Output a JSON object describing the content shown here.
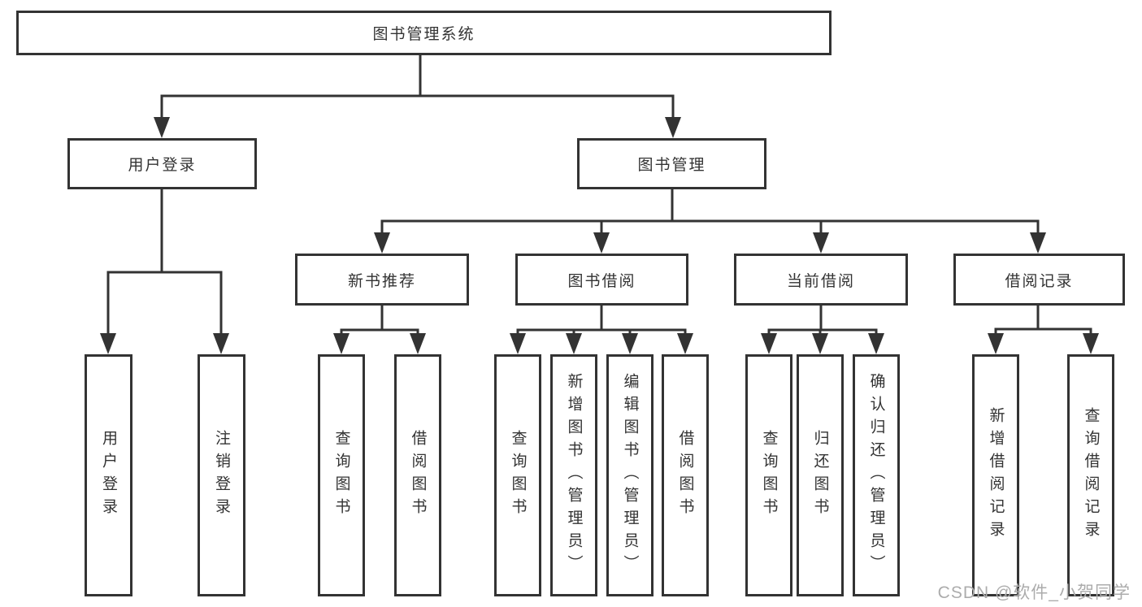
{
  "diagram": {
    "title": "图书管理系统",
    "root": {
      "label": "图书管理系统"
    },
    "level2": [
      {
        "label": "用户登录"
      },
      {
        "label": "图书管理"
      }
    ],
    "level3": [
      {
        "label": "新书推荐",
        "parent": "图书管理"
      },
      {
        "label": "图书借阅",
        "parent": "图书管理"
      },
      {
        "label": "当前借阅",
        "parent": "图书管理"
      },
      {
        "label": "借阅记录",
        "parent": "图书管理"
      }
    ],
    "leaves": [
      {
        "label": "用户登录",
        "parent": "用户登录"
      },
      {
        "label": "注销登录",
        "parent": "用户登录"
      },
      {
        "label": "查询图书",
        "parent": "新书推荐"
      },
      {
        "label": "借阅图书",
        "parent": "新书推荐"
      },
      {
        "label": "查询图书",
        "parent": "图书借阅"
      },
      {
        "label": "新增图书（管理员）",
        "parent": "图书借阅"
      },
      {
        "label": "编辑图书（管理员）",
        "parent": "图书借阅"
      },
      {
        "label": "借阅图书",
        "parent": "图书借阅"
      },
      {
        "label": "查询图书",
        "parent": "当前借阅"
      },
      {
        "label": "归还图书",
        "parent": "当前借阅"
      },
      {
        "label": "确认归还（管理员）",
        "parent": "当前借阅"
      },
      {
        "label": "新增借阅记录",
        "parent": "借阅记录"
      },
      {
        "label": "查询借阅记录",
        "parent": "借阅记录"
      }
    ]
  },
  "watermark": "CSDN @软件_小贺同学",
  "colors": {
    "line": "#333333",
    "text": "#333333",
    "box_background": "#ffffff",
    "watermark": "#acacac",
    "background": "#ffffff"
  }
}
